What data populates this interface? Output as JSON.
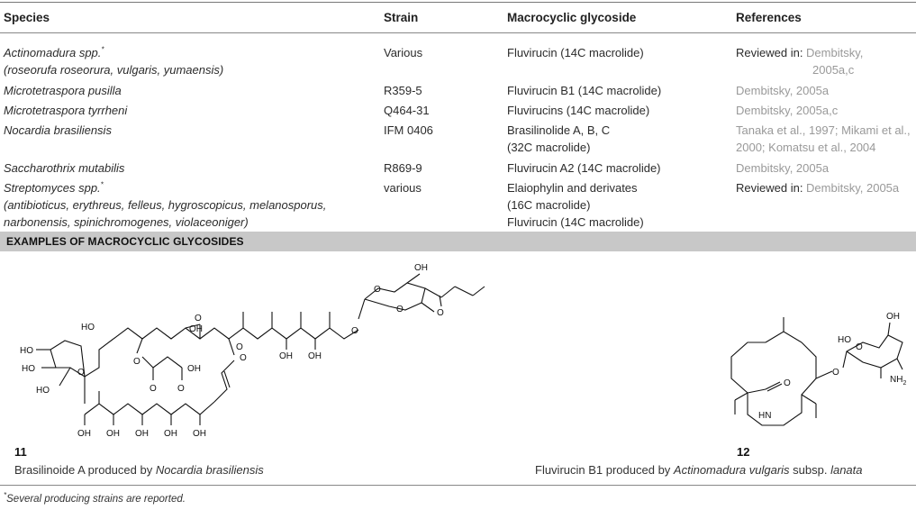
{
  "table": {
    "headers": [
      "Species",
      "Strain",
      "Macrocyclic glycoside",
      "References"
    ],
    "rows": [
      {
        "species": [
          "Actinomadura spp.",
          "(roseorufa roseorura, vulgaris, yumaensis)"
        ],
        "species_mark": "*",
        "strain": "Various",
        "glycoside": [
          "Fluvirucin (14C macrolide)"
        ],
        "references": [
          {
            "prefix": "Reviewed in: ",
            "link": "Dembitsky,"
          },
          {
            "prefix": "",
            "link": "2005a,c"
          }
        ]
      },
      {
        "species": [
          "Microtetraspora pusilla"
        ],
        "strain": "R359-5",
        "glycoside": [
          "Fluvirucin B1 (14C macrolide)"
        ],
        "references": [
          {
            "prefix": "",
            "link": "Dembitsky, 2005a"
          }
        ]
      },
      {
        "species": [
          "Microtetraspora tyrrheni"
        ],
        "strain": "Q464-31",
        "glycoside": [
          "Fluvirucins (14C macrolide)"
        ],
        "references": [
          {
            "prefix": "",
            "link": "Dembitsky, 2005a,c"
          }
        ]
      },
      {
        "species": [
          "Nocardia brasiliensis"
        ],
        "strain": "IFM 0406",
        "glycoside": [
          "Brasilinolide A, B, C",
          "(32C macrolide)"
        ],
        "references": [
          {
            "prefix": "",
            "link": "Tanaka et al., 1997; Mikami et al.,"
          },
          {
            "prefix": "",
            "link": "2000; Komatsu et al., 2004"
          }
        ]
      },
      {
        "species": [
          "Saccharothrix mutabilis"
        ],
        "strain": "R869-9",
        "glycoside": [
          "Fluvirucin A2 (14C macrolide)"
        ],
        "references": [
          {
            "prefix": "",
            "link": "Dembitsky, 2005a"
          }
        ]
      },
      {
        "species": [
          "Streptomyces spp.",
          "(antibioticus, erythreus, felleus, hygroscopicus, melanosporus,",
          "narbonensis, spinichromogenes, violaceoniger)"
        ],
        "species_mark": "*",
        "strain": "various",
        "glycoside": [
          "Elaiophylin and derivates",
          "(16C macrolide)",
          "Fluvirucin (14C macrolide)"
        ],
        "references": [
          {
            "prefix": "Reviewed in: ",
            "link": "Dembitsky, 2005a"
          }
        ]
      }
    ]
  },
  "section_title": "EXAMPLES OF MACROCYCLIC GLYCOSIDES",
  "compounds": [
    {
      "number": "11",
      "caption_prefix": "Brasilinoide A produced by ",
      "caption_italic": "Nocardia brasiliensis",
      "caption_suffix": ""
    },
    {
      "number": "12",
      "caption_prefix": "Fluvirucin B1 produced by ",
      "caption_italic": "Actinomadura vulgaris",
      "caption_suffix": " subsp. ",
      "caption_italic2": "lanata"
    }
  ],
  "structure_labels": {
    "oh": "OH",
    "ho": "HO",
    "o": "O",
    "nh2": "NH",
    "nh2_sub": "2",
    "hn": "HN"
  },
  "footnote": "Several producing strains are reported.",
  "footnote_mark": "*"
}
